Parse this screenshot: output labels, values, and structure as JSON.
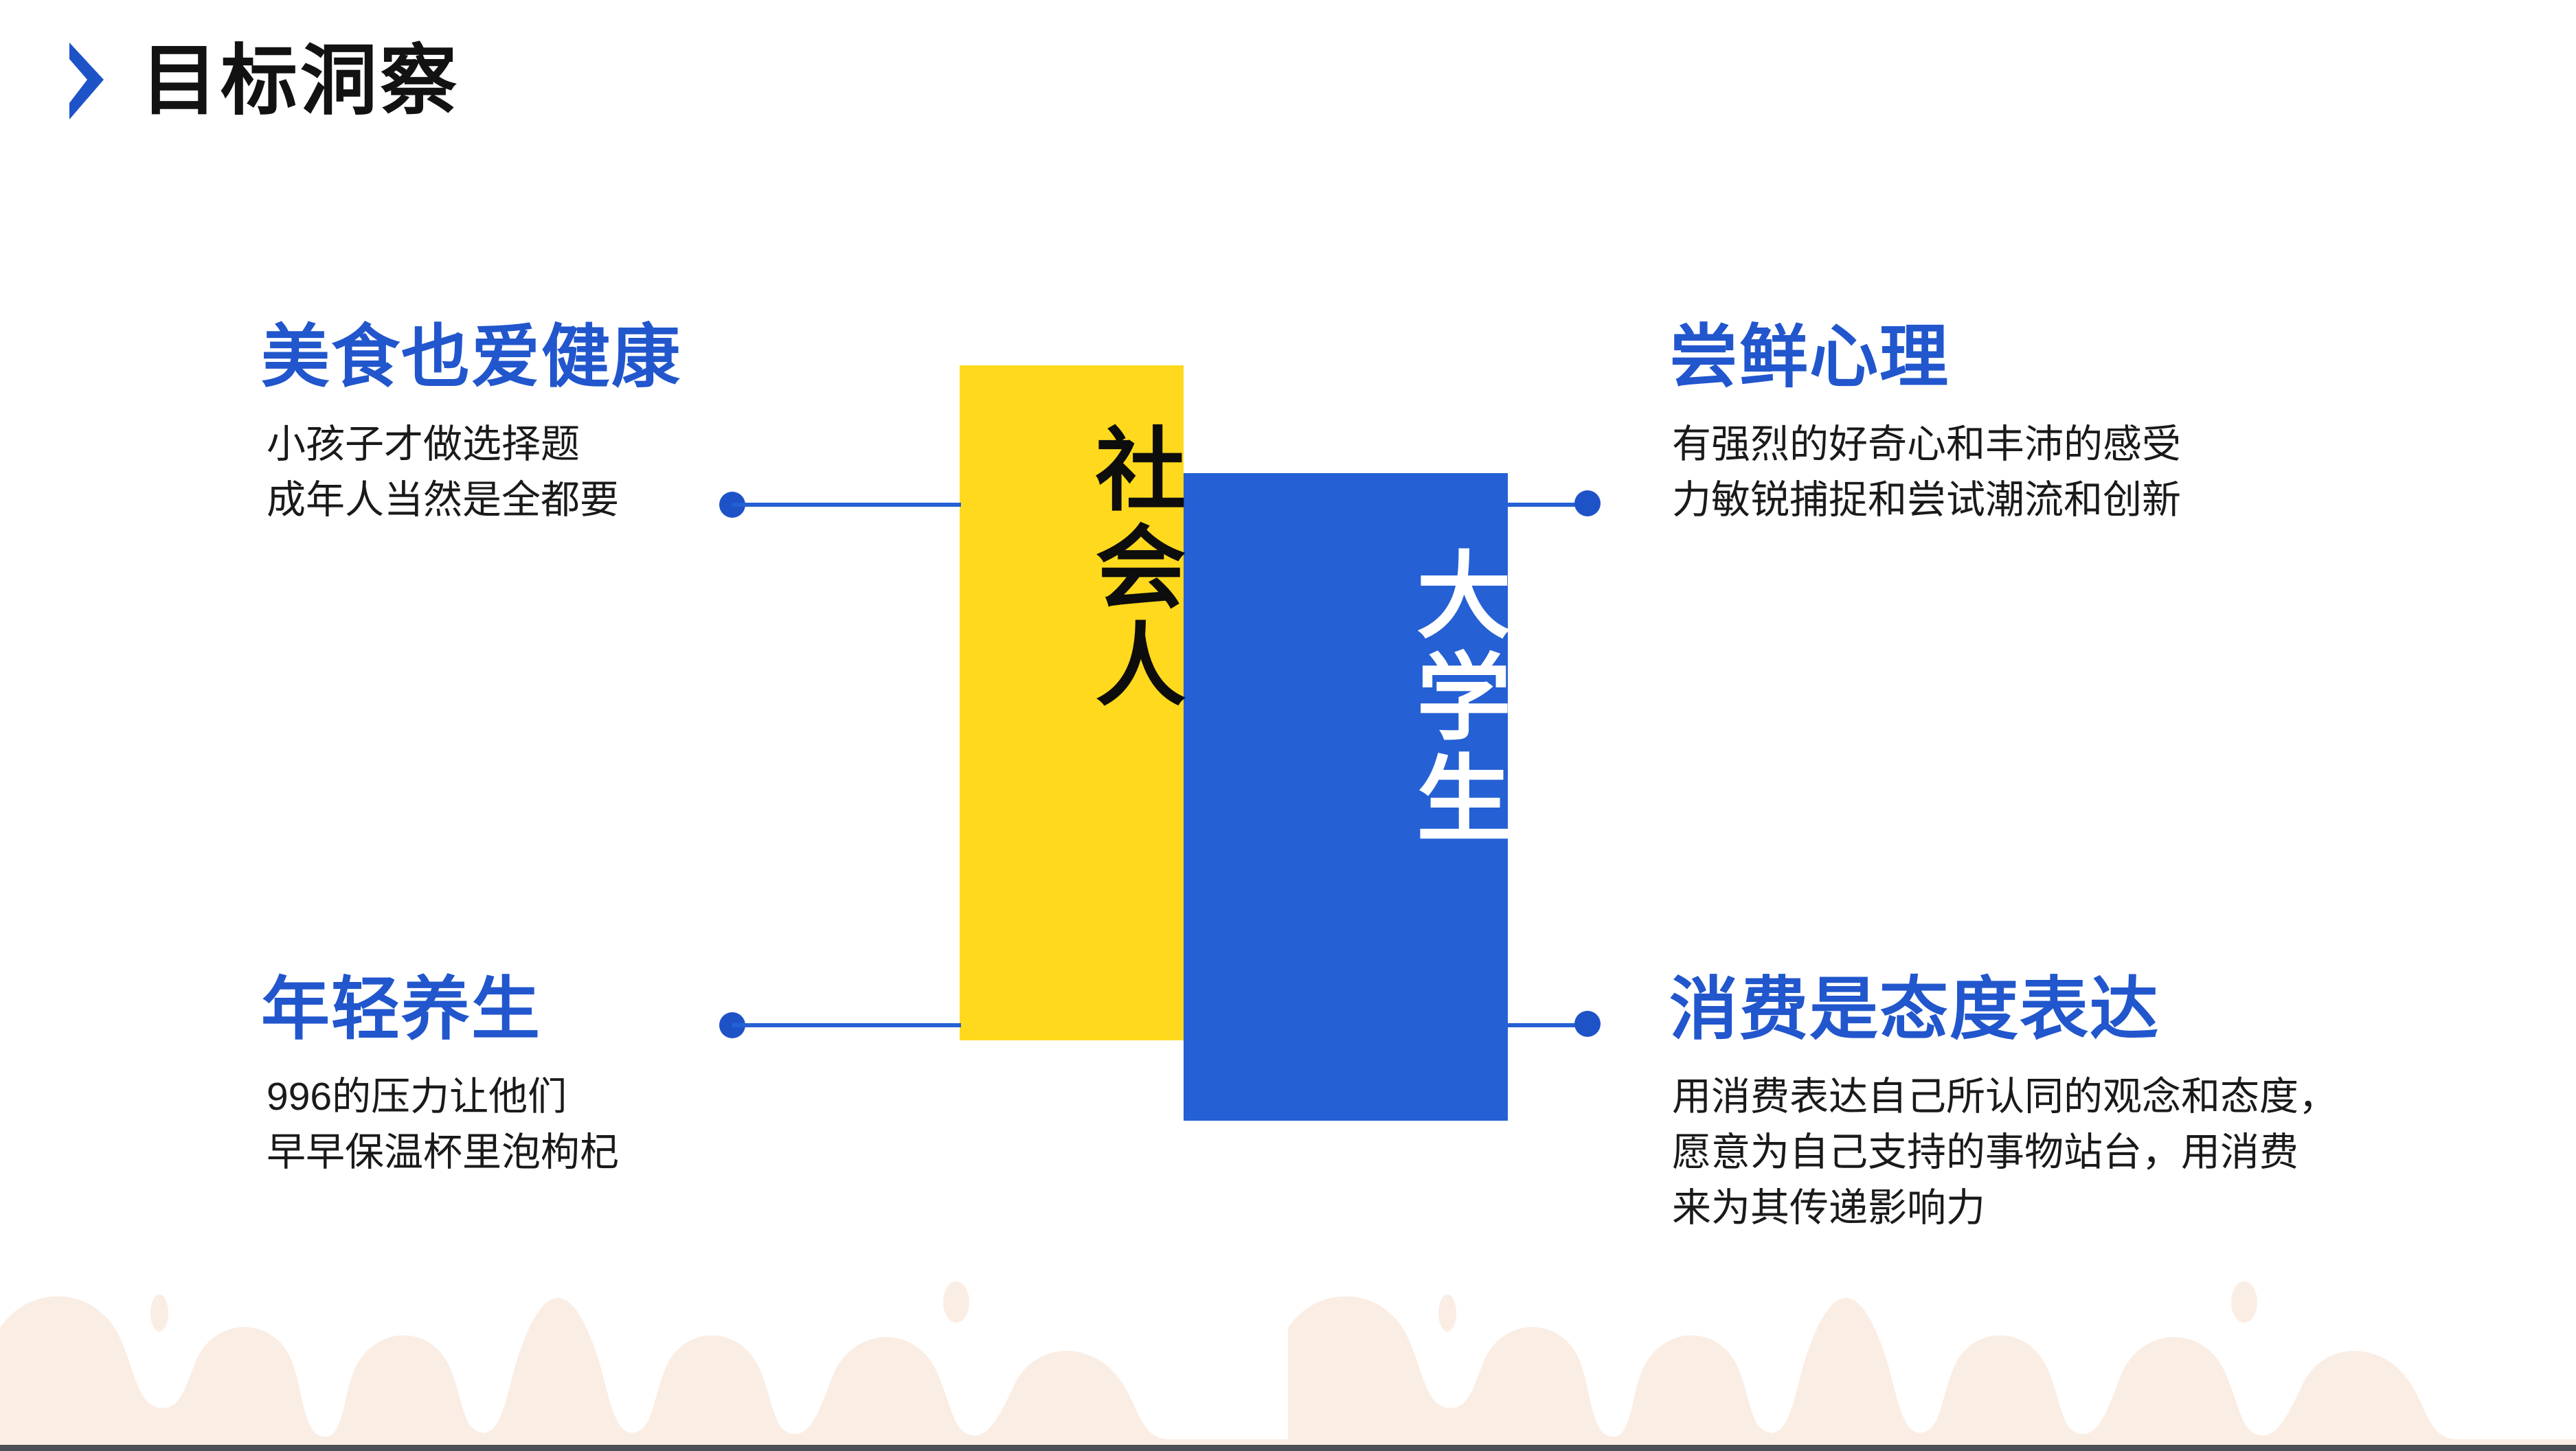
{
  "slide": {
    "title": "目标洞察",
    "title_icon": "chevron-right-icon",
    "background_color": "#ffffff"
  },
  "colors": {
    "accent_blue": "#2156CC",
    "card_blue": "#2560D4",
    "card_yellow": "#FFD91E",
    "overlap_blue": "#2A5BBE",
    "body_text": "#1a1a1a",
    "title_text": "#121212",
    "wave_cream": "#FAEDE4",
    "bottom_border": "#4a4f55"
  },
  "center": {
    "yellow_card": {
      "label": "社会人",
      "text_color": "#0d0d0d",
      "fill": "#FFD91E"
    },
    "blue_card": {
      "label": "大学生",
      "text_color": "#ffffff",
      "fill": "#2560D4"
    }
  },
  "blocks": {
    "top_left": {
      "heading": "美食也爱健康",
      "body_lines": [
        "小孩子才做选择题",
        "成年人当然是全都要"
      ]
    },
    "bottom_left": {
      "heading": "年轻养生",
      "body_lines": [
        "996的压力让他们",
        "早早保温杯里泡枸杞"
      ]
    },
    "top_right": {
      "heading": "尝鲜心理",
      "body_lines": [
        "有强烈的好奇心和丰沛的感受",
        "力敏锐捕捉和尝试潮流和创新"
      ]
    },
    "bottom_right": {
      "heading": "消费是态度表达",
      "body_lines": [
        "用消费表达自己所认同的观念和态度，",
        "愿意为自己支持的事物站台，用消费",
        "来为其传递影响力"
      ]
    }
  },
  "decoration": {
    "wave_name": "milk-drip-wave",
    "wave_color": "#FAEDE4"
  }
}
